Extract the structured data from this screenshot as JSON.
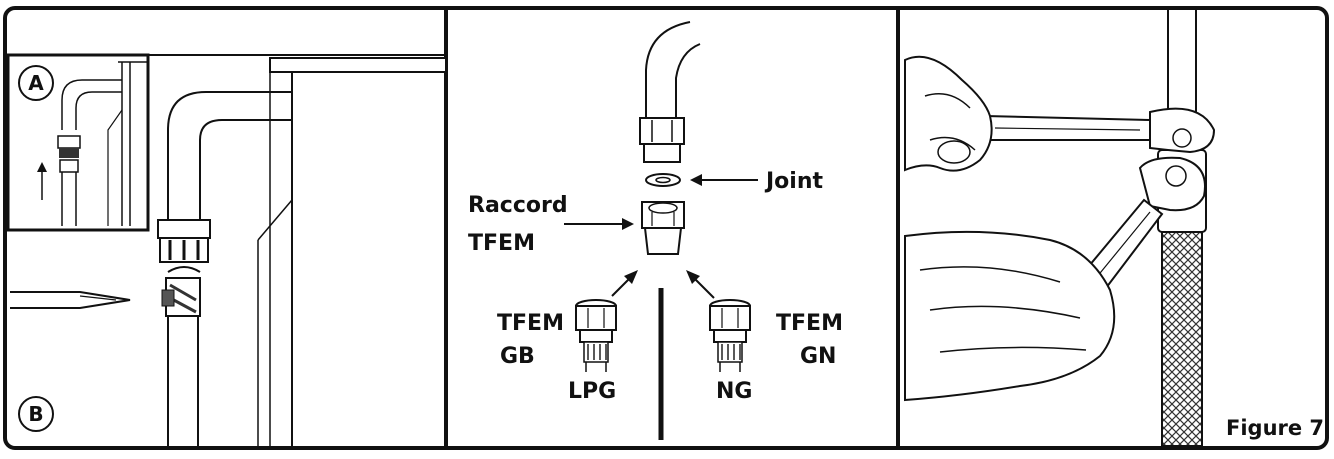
{
  "panels": {
    "left": {
      "inset_marker": "A",
      "main_marker": "B"
    },
    "middle": {
      "joint_label": "Joint",
      "fitting_label_line1": "Raccord",
      "fitting_label_line2": "TFEM",
      "left_nut_line1": "TFEM",
      "left_nut_line2": "GB",
      "left_gas": "LPG",
      "right_nut_line1": "TFEM",
      "right_nut_line2": "GN",
      "right_gas": "NG"
    },
    "right": {
      "figure_label": "Figure 7"
    }
  }
}
